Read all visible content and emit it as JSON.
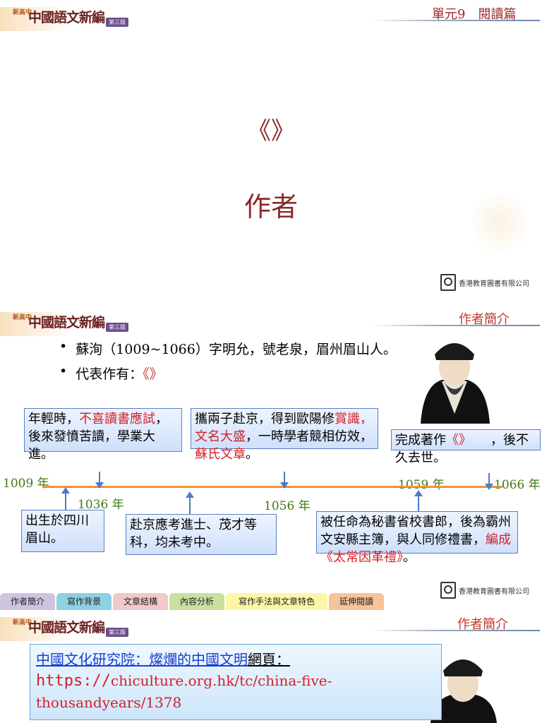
{
  "slide1": {
    "brand": {
      "small": "新高中",
      "title": "中國語文新編",
      "edition": "第三版"
    },
    "unit": "單元9　閱讀篇",
    "title": "《》",
    "author": "作者",
    "publisher": "香港教育圖書有限公司"
  },
  "slide2": {
    "brand": {
      "small": "新高中",
      "title": "中國語文新編",
      "edition": "第三版"
    },
    "section": "作者簡介",
    "bullets": [
      {
        "pre": "蘇洵（1009~1066）字明允，號老泉，眉州眉山人。",
        "red": ""
      },
      {
        "pre": "代表作有：",
        "red": "《》"
      }
    ],
    "boxes": {
      "b1": {
        "pre": "年輕時，",
        "red": "不喜讀書應試",
        "post": "，後來發憤苦讀，學業大進。"
      },
      "b2": {
        "pre": "攜兩子赴京，得到歐陽修",
        "red": "賞識，文名大盛",
        "post": "，一時學者競相",
        "pre2": "仿效，",
        "red2": "蘇氏文章",
        "post2": "。"
      },
      "b3": {
        "pre": "完成著作",
        "red": "《》",
        "post": "　　，後不久去世。"
      },
      "b4": "出生於四川眉山。",
      "b5": "赴京應考進士、茂才等科，均未考中。",
      "b6": {
        "pre": "被任命為秘書省校書郎，後為霸州文安縣主簿，與人",
        "pre2": "同修禮書，",
        "red": "編成《太常因革禮》",
        "post": "。"
      }
    },
    "years": {
      "y1009": "1009 年",
      "y1036": "1036 年",
      "y1056": "1056 年",
      "y1059": "1059 年",
      "y1066": "1066 年"
    },
    "tabs": [
      {
        "label": "作者簡介",
        "color": "#cfc4e0"
      },
      {
        "label": "寫作背景",
        "color": "#8fd0e2"
      },
      {
        "label": "文章結構",
        "color": "#f1c9c9"
      },
      {
        "label": "內容分析",
        "color": "#c8e0a0"
      },
      {
        "label": "寫作手法與文章特色",
        "color": "#fbf7a6"
      },
      {
        "label": "延伸閱讀",
        "color": "#f7c39a"
      }
    ],
    "publisher": "香港教育圖書有限公司"
  },
  "slide3": {
    "brand": {
      "small": "新高中",
      "title": "中國語文新編",
      "edition": "第三版"
    },
    "section": "作者簡介",
    "link_text": "中國文化研究院：燦爛的中國文明",
    "link_suffix": "網頁：",
    "url_prefix": "https://",
    "url_rest": "chiculture.org.hk/tc/china-five-thousandyears/1378"
  }
}
